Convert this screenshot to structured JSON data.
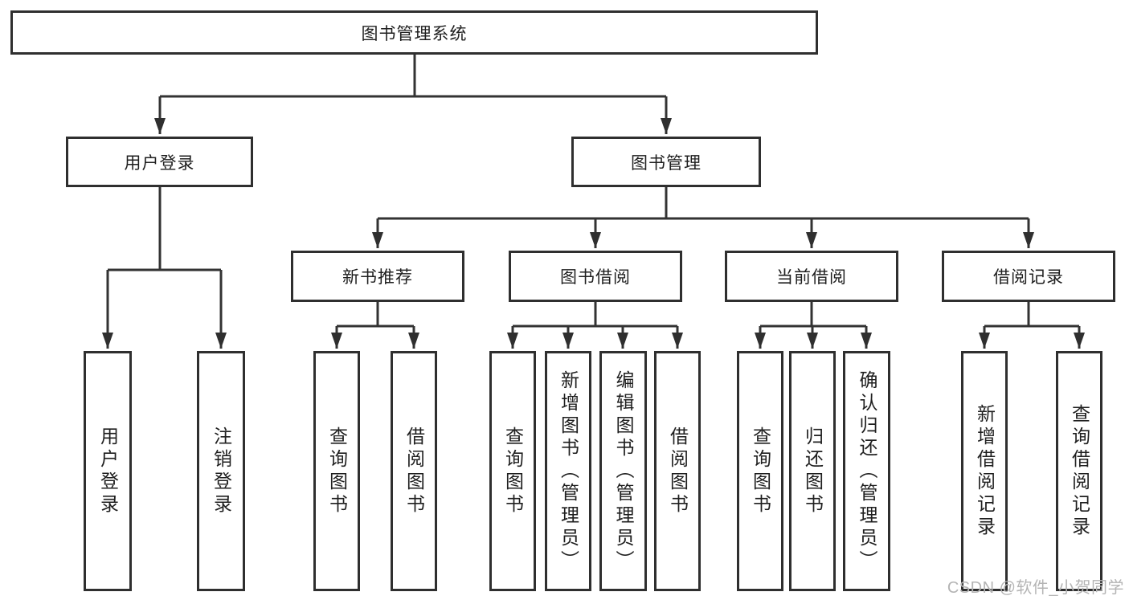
{
  "tree": {
    "label": "图书管理系统",
    "children": [
      {
        "label": "用户登录",
        "children": [
          {
            "label": "用户登录"
          },
          {
            "label": "注销登录"
          }
        ]
      },
      {
        "label": "图书管理",
        "children": [
          {
            "label": "新书推荐",
            "children": [
              {
                "label": "查询图书"
              },
              {
                "label": "借阅图书"
              }
            ]
          },
          {
            "label": "图书借阅",
            "children": [
              {
                "label": "查询图书"
              },
              {
                "label": "新增图书（管理员）"
              },
              {
                "label": "编辑图书（管理员）"
              },
              {
                "label": "借阅图书"
              }
            ]
          },
          {
            "label": "当前借阅",
            "children": [
              {
                "label": "查询图书"
              },
              {
                "label": "归还图书"
              },
              {
                "label": "确认归还（管理员）"
              }
            ]
          },
          {
            "label": "借阅记录",
            "children": [
              {
                "label": "新增借阅记录"
              },
              {
                "label": "查询借阅记录"
              }
            ]
          }
        ]
      }
    ]
  },
  "watermark": "CSDN @软件_小贺同学",
  "colors": {
    "line": "#333333",
    "box_border": "#2f2f2f",
    "text": "#1f1f1f",
    "watermark": "#b4b4b4",
    "background": "#ffffff"
  }
}
